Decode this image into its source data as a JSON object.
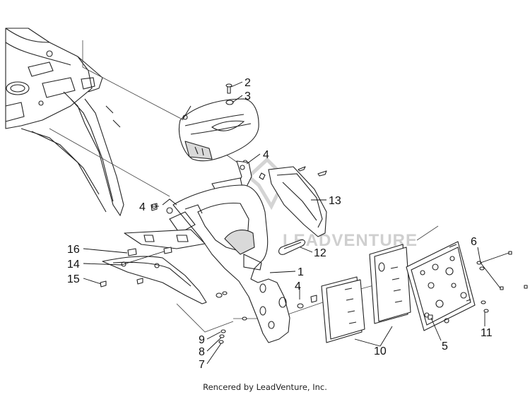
{
  "diagram": {
    "callouts": [
      {
        "id": "c1",
        "label": "1"
      },
      {
        "id": "c2",
        "label": "2"
      },
      {
        "id": "c3",
        "label": "3"
      },
      {
        "id": "c4a",
        "label": "4"
      },
      {
        "id": "c4b",
        "label": "4"
      },
      {
        "id": "c4c",
        "label": "4"
      },
      {
        "id": "c5",
        "label": "5"
      },
      {
        "id": "c6",
        "label": "6"
      },
      {
        "id": "c7",
        "label": "7"
      },
      {
        "id": "c8",
        "label": "8"
      },
      {
        "id": "c9",
        "label": "9"
      },
      {
        "id": "c10",
        "label": "10"
      },
      {
        "id": "c11",
        "label": "11"
      },
      {
        "id": "c12",
        "label": "12"
      },
      {
        "id": "c13",
        "label": "13"
      },
      {
        "id": "c14",
        "label": "14"
      },
      {
        "id": "c15",
        "label": "15"
      },
      {
        "id": "c16",
        "label": "16"
      }
    ],
    "watermark": "LEADVENTURE",
    "credit": "Rencered by LeadVenture, Inc."
  }
}
